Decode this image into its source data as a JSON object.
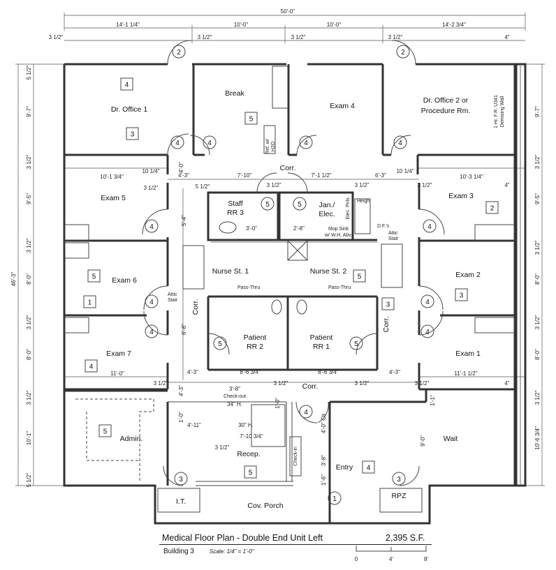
{
  "rooms": {
    "dr_office_1": "Dr. Office 1",
    "break": "Break",
    "exam4": "Exam 4",
    "dr_office_2_l1": "Dr. Office 2 or",
    "dr_office_2_l2": "Procedure Rm.",
    "exam5": "Exam 5",
    "exam3": "Exam 3",
    "staff_l1": "Staff",
    "staff_l2": "RR 3",
    "jan_l1": "Jan./",
    "jan_l2": "Elec.",
    "nurse1": "Nurse St. 1",
    "nurse2": "Nurse St. 2",
    "exam6": "Exam 6",
    "exam2": "Exam 2",
    "patient2_l1": "Patient",
    "patient2_l2": "RR 2",
    "patient1_l1": "Patient",
    "patient1_l2": "RR 1",
    "exam7": "Exam 7",
    "exam1": "Exam 1",
    "corr": "Corr.",
    "admin": "Admin.",
    "recep": "Recep.",
    "entry": "Entry",
    "wait": "Wait",
    "it": "I.T.",
    "cov_porch": "Cov. Porch",
    "rpz": "RPZ"
  },
  "dims": {
    "overall_width": "50'-0\"",
    "overall_depth": "46'-3\"",
    "top1": "14'-1 1/4\"",
    "top2": "10'-0\"",
    "top3": "10'-0\"",
    "top4": "14'-2 3/4\"",
    "three_half": "3 1/2\"",
    "four_in": "4\"",
    "left1": "9'-7\"",
    "left2": "9'-5\"",
    "left3": "8'-0\"",
    "left4": "8'-0\"",
    "left5": "10'-1\"",
    "right1": "9'-7\"",
    "right2": "9'-5\"",
    "right3": "8'-0\"",
    "right4": "8'-0\"",
    "right5": "10'-6 3/4\"",
    "five_half": "5 1/2\"",
    "e5w": "10'-1 3/4\"",
    "e3w": "10'-3 1/4\"",
    "ten_q": "10 1/4\"",
    "corr_a": "4'-3\"",
    "corr_b": "7'-10\"",
    "corr_c": "7'-1 1/2\"",
    "corr_d": "6'-3\"",
    "corr_e": "4'-0\"",
    "staff_w": "3'-0\"",
    "mop_w": "2'-8\"",
    "v54": "5'-4\"",
    "v68": "6'-8\"",
    "rr2w": "8'-6 3/4\"",
    "rr1w": "8'-6 3/4\"",
    "e7w": "11'-0\"",
    "e1w": "11'-1 1/2\"",
    "co_w": "3'-8\"",
    "co_h": "34\" H.",
    "h30": "30\" H.",
    "recep_w": "7'-10 3/4\"",
    "w411": "4'-11\"",
    "h10": "1'-0\"",
    "clr": "4'-0\" Clr.",
    "v38": "3'-8\"",
    "wait_v": "9'-0\"",
    "h16": "1'-6\"",
    "h11": "1'-1\""
  },
  "notes": {
    "check_out": "Check-out",
    "check_in": "Check-in",
    "mop_l1": "Mop Sink",
    "mop_l2": "w/ W.H. Abv.",
    "pass_thru": "Pass-Thru",
    "attic_l1": "Attic",
    "attic_l2": "Stair",
    "dfs": "D.F.'s",
    "ref_l1": "Ref. w/",
    "ref_l2": "H2O",
    "elec_panels": "Elec. Pnls.",
    "heigh": "Heigh",
    "demising_l1": "1 Hr. F.R. U341",
    "demising_l2": "Demising Wall"
  },
  "tags": [
    "1",
    "2",
    "3",
    "4",
    "5"
  ],
  "title_block": {
    "title": "Medical Floor Plan - Double End Unit Left",
    "area": "2,395 S.F.",
    "building": "Building 3",
    "scale": "Scale: 1/4\" = 1'-0\"",
    "bar_0": "0",
    "bar_4": "4'",
    "bar_8": "8'"
  }
}
